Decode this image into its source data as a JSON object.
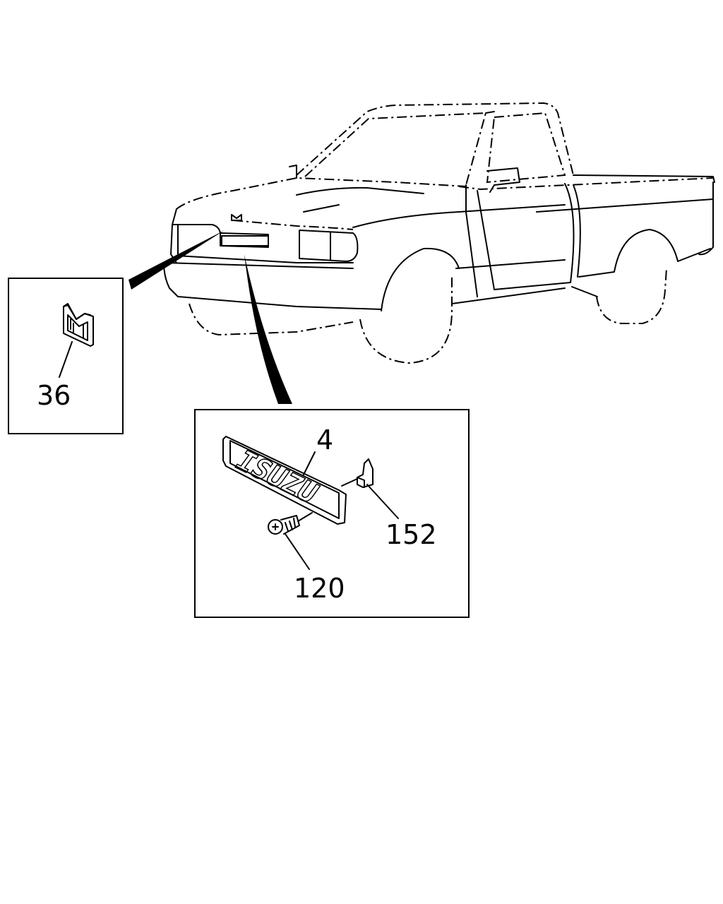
{
  "callouts": [
    {
      "id": "emblem",
      "label": "36"
    },
    {
      "id": "nameplate",
      "label": "4"
    },
    {
      "id": "clip",
      "label": "152"
    },
    {
      "id": "screw",
      "label": "120"
    }
  ],
  "emblem_lettering": "ISUZU"
}
